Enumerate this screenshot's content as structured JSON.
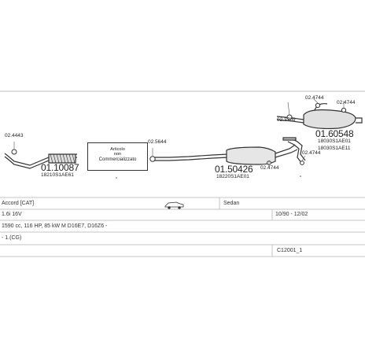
{
  "diagram": {
    "parts": [
      {
        "code": "01.10087",
        "oem": "18210S1AE61"
      },
      {
        "code": "01.50426",
        "oem": "18220S1AE01"
      },
      {
        "code": "01.60548",
        "oem_1": "18030S1AE01",
        "oem_2": "18030S1AE11"
      }
    ],
    "small_parts": {
      "p1": "02.4443",
      "p2": "02.5644",
      "p3": "02.3709",
      "p4": "02.4744",
      "p5": "02.4744",
      "p6": "02.4744",
      "p7": "02.4744"
    },
    "note": {
      "line1": "Articolo",
      "line2": "non",
      "line3": "Commercializzato"
    }
  },
  "vehicle": {
    "model": "Accord [CAT]",
    "body": "Sedan",
    "engine": "1.6i 16V",
    "years": "10/90 - 12/02",
    "spec": "1590 cc, 116 HP, 85 kW M D16E7, D16Z6 -",
    "row4": "- 1.(CG)",
    "ref": "C12001_1"
  }
}
